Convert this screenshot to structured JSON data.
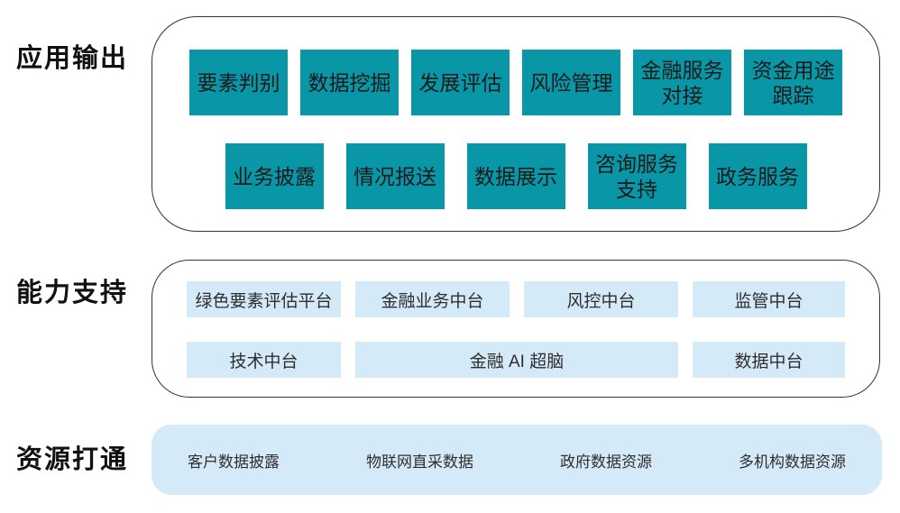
{
  "colors": {
    "teal_box": "#0997a8",
    "light_blue_box": "#d5eaf8",
    "container_border": "#333333",
    "label_text": "#111111"
  },
  "sections": {
    "app_output": {
      "label": "应用输出",
      "row1": [
        "要素判别",
        "数据挖掘",
        "发展评估",
        "风险管理",
        "金融服务\n对接",
        "资金用途\n跟踪"
      ],
      "row2": [
        "业务披露",
        "情况报送",
        "数据展示",
        "咨询服务\n支持",
        "政务服务"
      ]
    },
    "capability": {
      "label": "能力支持",
      "row1": [
        "绿色要素评估平台",
        "金融业务中台",
        "风控中台",
        "监管中台"
      ],
      "row2": [
        "技术中台",
        "金融 AI 超脑",
        "数据中台"
      ]
    },
    "resources": {
      "label": "资源打通",
      "items": [
        "客户数据披露",
        "物联网直采数据",
        "政府数据资源",
        "多机构数据资源"
      ]
    }
  }
}
